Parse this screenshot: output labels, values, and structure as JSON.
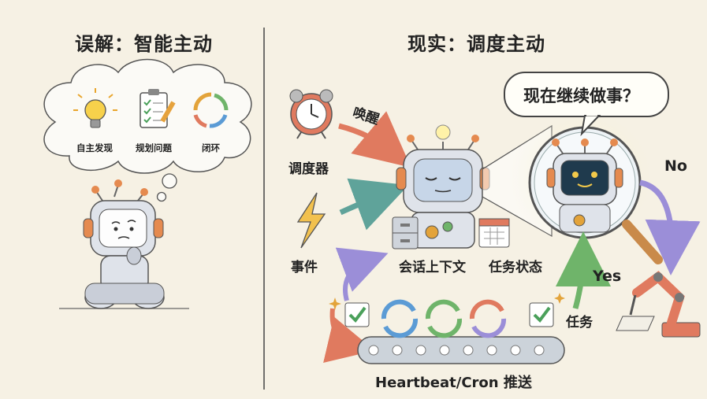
{
  "left": {
    "title": "误解：智能主动",
    "thought_items": [
      {
        "label": "自主发现",
        "icon": "lightbulb-icon"
      },
      {
        "label": "规划问题",
        "icon": "clipboard-plan-icon"
      },
      {
        "label": "闭环",
        "icon": "cycle-arrows-icon"
      }
    ]
  },
  "right": {
    "title": "现实：调度主动",
    "scheduler_label": "调度器",
    "wake_label": "唤醒",
    "event_label": "事件",
    "context_label": "会话上下文",
    "task_state_label": "任务状态",
    "speech": "现在继续做事？",
    "no_label": "No",
    "yes_label": "Yes",
    "task_label": "任务",
    "push_label": "Heartbeat/Cron 推送"
  },
  "colors": {
    "background": "#f6f1e4",
    "arrow_red": "#e07a5f",
    "arrow_teal": "#5fa39a",
    "arrow_purple": "#9b8ed8",
    "arrow_green": "#6fb46a",
    "robot_body": "#dfe3ea",
    "robot_accent": "#e58a4f",
    "screen_dark": "#1f3a4d"
  }
}
